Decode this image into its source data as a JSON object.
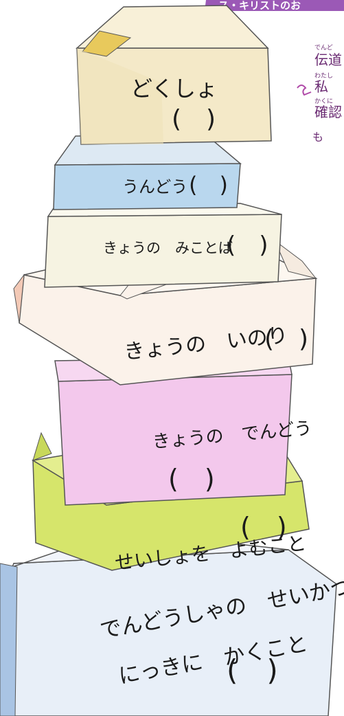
{
  "header_strip": {
    "text": "ス・キリストのお",
    "color": "#9b59b6"
  },
  "side_text": {
    "ruby_1": "でんど",
    "line_1": "伝道",
    "ruby_2": "わたし",
    "line_2": "私",
    "ruby_3": "かくに",
    "line_3": "確認",
    "line_4": "も"
  },
  "boxes": [
    {
      "label": "どくしょ",
      "paren": "(　)",
      "color": "#f4e9c8"
    },
    {
      "label": "うんどう",
      "paren": "(　)",
      "color": "#b9d7ee"
    },
    {
      "label": "きょうの　みことば",
      "paren": "(　)",
      "color": "#f6f3e2"
    },
    {
      "label": "きょうの　いのり",
      "paren": "(　)",
      "color": "#fbf2ea"
    },
    {
      "label": "きょうの　でんどう",
      "paren": "(　)",
      "color": "#f3c8ec"
    },
    {
      "label": "せいしょを　よむこと",
      "paren": "(　)",
      "color": "#d6e56b"
    },
    {
      "label_line_1": "でんどうしゃの　せいかつ",
      "label_line_2": "にっきに　かくこと",
      "paren": "(　)",
      "color": "#e8eff8"
    }
  ]
}
